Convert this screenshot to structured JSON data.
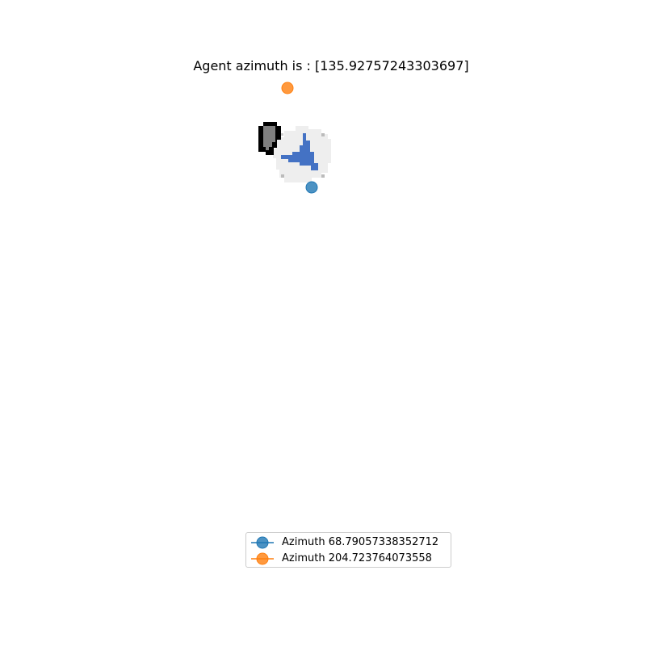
{
  "chart_data": {
    "type": "scatter",
    "title": "Agent azimuth is : [135.92757243303697]",
    "xlabel": "",
    "ylabel": "",
    "grid": false,
    "axes_visible": false,
    "legend_position": "bottom-center",
    "series": [
      {
        "name": "Azimuth 68.79057338352712",
        "color": "#1f77b4",
        "points": [
          {
            "x": 386,
            "y": 232
          }
        ]
      },
      {
        "name": "Azimuth 204.723764073558",
        "color": "#ff7f0e",
        "points": [
          {
            "x": 356,
            "y": 109
          }
        ]
      }
    ]
  },
  "map": {
    "background_color": "#eeeeee",
    "obstacle_color": "#7f7f7f",
    "obstacle_border_color": "#000000",
    "agent_color": "#4472c4",
    "agent_heading_deg": 135.92757243303697
  }
}
